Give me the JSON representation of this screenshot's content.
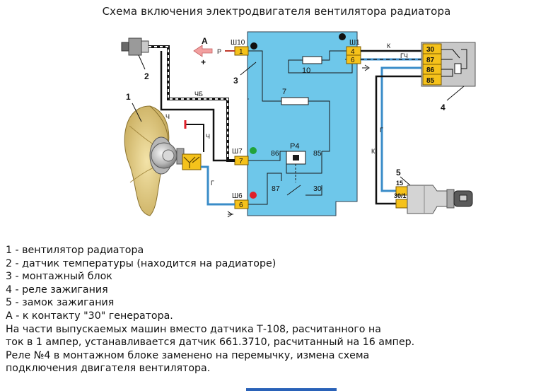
{
  "title": "Схема включения электродвигателя вентилятора радиатора",
  "callouts": {
    "n1": "1",
    "n2": "2",
    "n3": "3",
    "n4": "4",
    "n5": "5"
  },
  "pointer": {
    "letter": "A",
    "sign": "+"
  },
  "wire_colors": {
    "r": "Р",
    "ch": "Ч",
    "chb": "ЧБ",
    "k_top": "К",
    "gch": "ГЧ",
    "g_left": "Г",
    "g_right": "Г",
    "k_right": "К"
  },
  "connectors": {
    "sh10": "Ш10",
    "sh1": "Ш1",
    "sh7": "Ш7",
    "sh6": "Ш6"
  },
  "pins": {
    "p1": "1",
    "p4": "4",
    "p6": "6",
    "p7": "7",
    "p6b": "6"
  },
  "block": {
    "r10": "10",
    "r7": "7",
    "relay": "Р4",
    "t86": "86",
    "t85": "85",
    "t87": "87",
    "t30": "30"
  },
  "ign_relay": {
    "t30": "30",
    "t87": "87",
    "t86": "86",
    "t85": "85"
  },
  "switch": {
    "t15": "15",
    "t30_1": "30/1"
  },
  "legend": [
    "1 - вентилятор радиатора",
    "2 - датчик температуры (находится на радиаторе)",
    "3 - монтажный блок",
    "4 - реле зажигания",
    "5 - замок зажигания",
    "A - к контакту \"30\" генератора.",
    "На части выпускаемых машин вместо датчика Т-108, расчитанного на",
    "ток в 1 ампер,  устанавливается датчик 661.3710, расчитанный на 16 ампер.",
    "Реле №4 в монтажном блоке заменено на перемычку, измена схема",
    "подключения двигателя вентилятора."
  ],
  "colors": {
    "block": "#6ec7ea",
    "pin": "#f5c21b",
    "wire_blue": "#3a8cc8",
    "arrow": "#f2a0a0",
    "fan": "#e6d08a",
    "dot_red": "#e0202a"
  }
}
